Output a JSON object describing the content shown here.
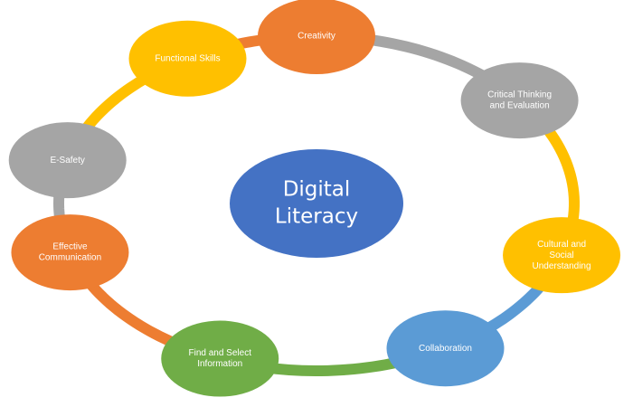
{
  "diagram": {
    "center": {
      "lines": [
        "Digital",
        "Literacy"
      ],
      "color": "#4472C4"
    },
    "nodes": [
      {
        "id": "creativity",
        "lines": [
          "Creativity"
        ],
        "color": "#ED7D31"
      },
      {
        "id": "critical-thinking",
        "lines": [
          "Critical Thinking",
          "and Evaluation"
        ],
        "color": "#A5A5A5"
      },
      {
        "id": "cultural-social",
        "lines": [
          "Cultural and",
          "Social",
          "Understanding"
        ],
        "color": "#FFC000"
      },
      {
        "id": "collaboration",
        "lines": [
          "Collaboration"
        ],
        "color": "#5B9BD5"
      },
      {
        "id": "find-select",
        "lines": [
          "Find and Select",
          "Information"
        ],
        "color": "#70AD47"
      },
      {
        "id": "effective-communication",
        "lines": [
          "Effective",
          "Communication"
        ],
        "color": "#ED7D31"
      },
      {
        "id": "e-safety",
        "lines": [
          "E-Safety"
        ],
        "color": "#A5A5A5"
      },
      {
        "id": "functional-skills",
        "lines": [
          "Functional Skills"
        ],
        "color": "#FFC000"
      }
    ]
  }
}
